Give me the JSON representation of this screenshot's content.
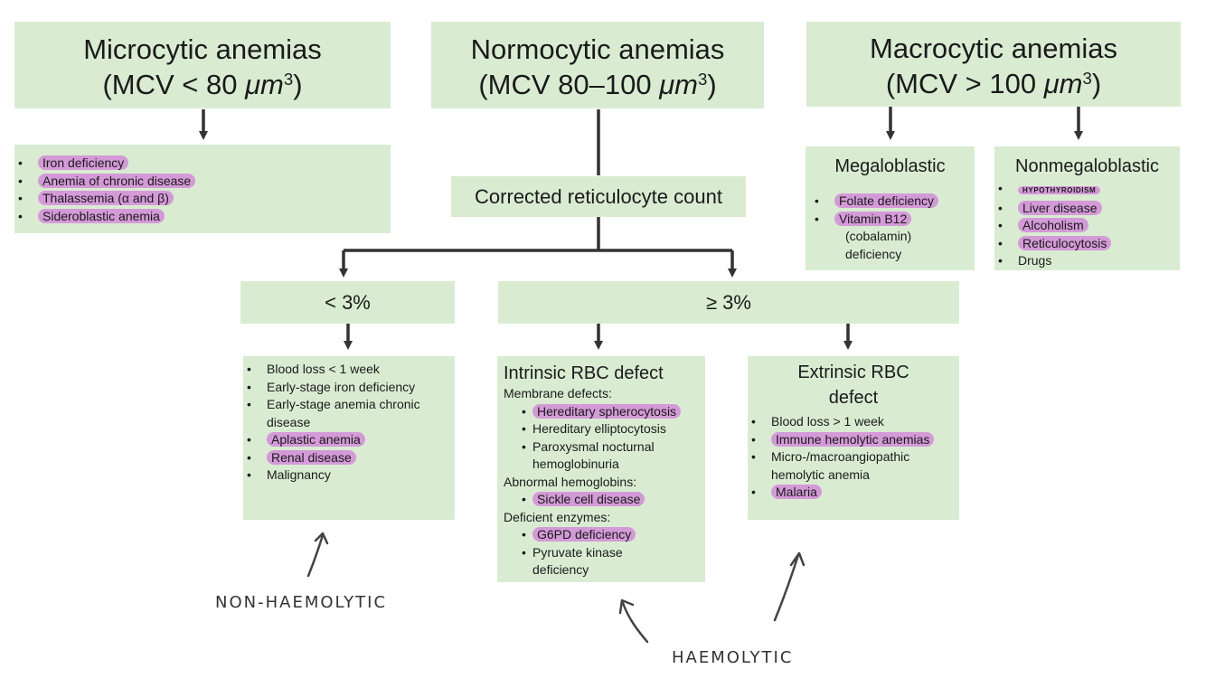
{
  "mcv_unit": "μm",
  "micro": {
    "title": "Microcytic anemias",
    "mcv_prefix": "(MCV < 80 ",
    "mcv_unit_sup": "3",
    "mcv_suffix": ")",
    "items": [
      "Iron deficiency",
      "Anemia of chronic disease",
      "Thalassemia (α and β)",
      "Sideroblastic anemia"
    ]
  },
  "normo": {
    "title": "Normocytic anemias",
    "mcv_prefix": "(MCV 80–100 ",
    "mcv_unit_sup": "3",
    "mcv_suffix": ")"
  },
  "macro": {
    "title": "Macrocytic anemias",
    "mcv_prefix": "(MCV > 100 ",
    "mcv_unit_sup": "3",
    "mcv_suffix": ")"
  },
  "megaloblastic": {
    "title": "Megaloblastic",
    "items": [
      "Folate deficiency",
      "Vitamin B12",
      "(cobalamin)",
      "deficiency"
    ]
  },
  "nonmegaloblastic": {
    "title": "Nonmegaloblastic",
    "items": [
      "HYPOTHYROIDISM",
      "Liver disease",
      "Alcoholism",
      "Reticulocytosis",
      "Drugs"
    ]
  },
  "retic": {
    "label": "Corrected reticulocyte count"
  },
  "low": {
    "label": "< 3%"
  },
  "high": {
    "label": "≥ 3%"
  },
  "low_list": {
    "items": [
      "Blood loss < 1 week",
      "Early-stage iron deficiency",
      "Early-stage anemia chronic",
      "disease",
      "Aplastic anemia",
      "Renal disease",
      "Malignancy"
    ]
  },
  "intrinsic": {
    "title": "Intrinsic RBC defect",
    "cat1": "Membrane defects:",
    "cat1_items": [
      "Hereditary spherocytosis",
      "Hereditary elliptocytosis",
      "Paroxysmal nocturnal",
      "hemoglobinuria"
    ],
    "cat2": "Abnormal hemoglobins:",
    "cat2_items": [
      "Sickle cell disease"
    ],
    "cat3": "Deficient enzymes:",
    "cat3_items": [
      "G6PD deficiency",
      "Pyruvate kinase",
      "deficiency"
    ]
  },
  "extrinsic": {
    "title_1": "Extrinsic RBC",
    "title_2": "defect",
    "items": [
      "Blood loss > 1 week",
      "Immune hemolytic anemias",
      "Micro-/macroangiopathic",
      "hemolytic anemia",
      "Malaria"
    ]
  },
  "annotations": {
    "non_haemolytic": "NON-HAEMOLYTIC",
    "haemolytic": "HAEMOLYTIC"
  },
  "colors": {
    "box": "#d9ecd2",
    "highlight": "#d49ad8",
    "line": "#333333"
  }
}
